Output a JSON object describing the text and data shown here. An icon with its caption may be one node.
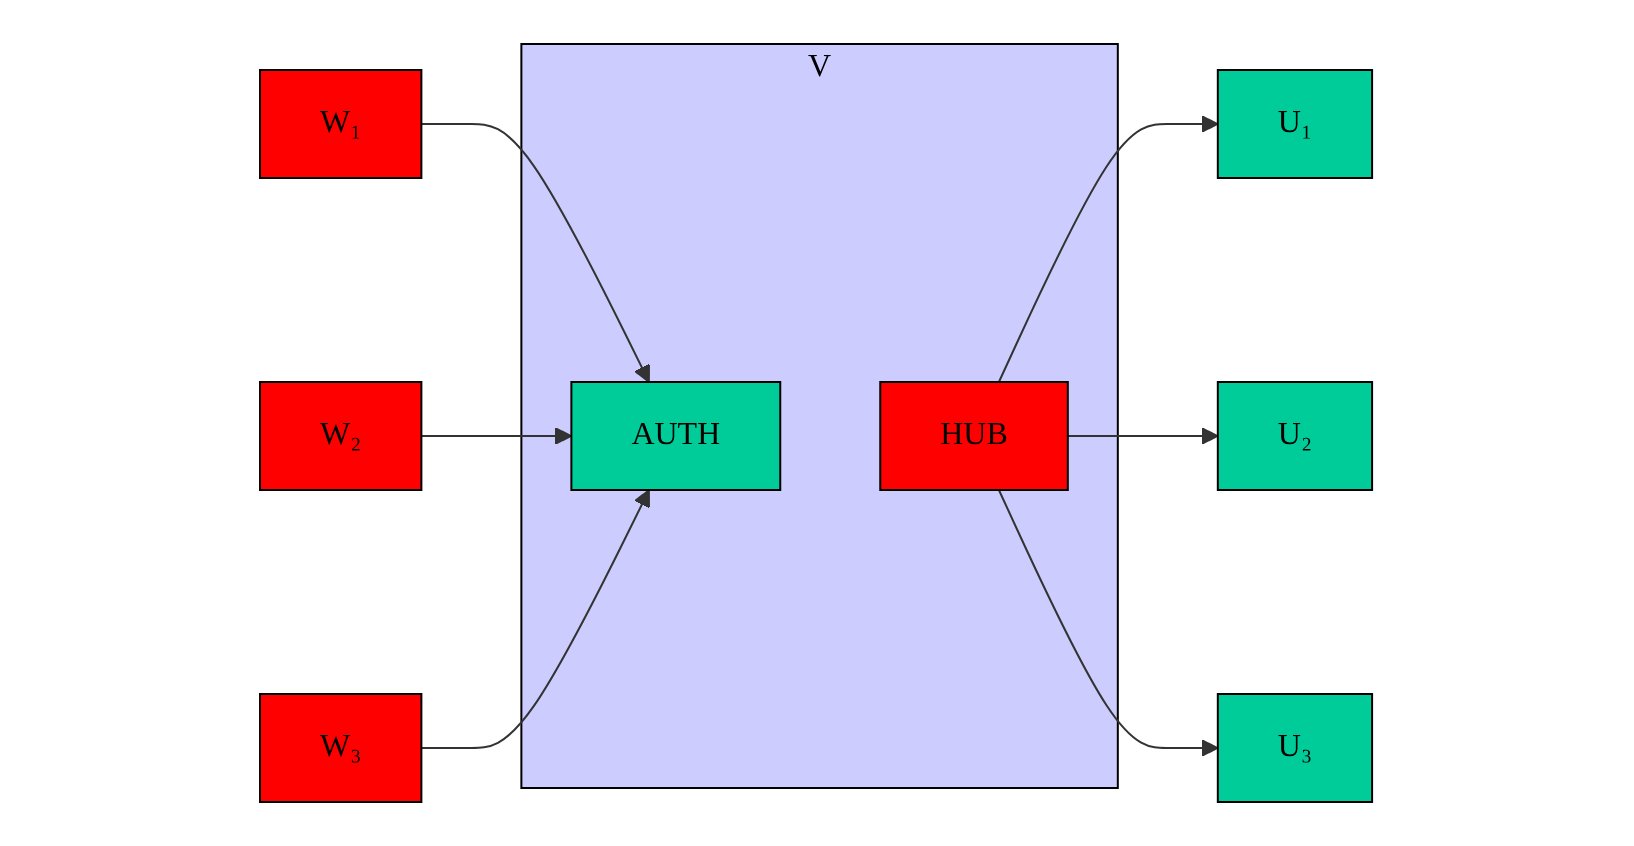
{
  "diagram": {
    "nodes": [
      {
        "text": [
          "V"
        ]
      },
      {
        "text": [
          "W₁"
        ]
      },
      {
        "text": [
          "W₂"
        ]
      },
      {
        "text": [
          "W₃"
        ]
      },
      {
        "text": [
          "AUTH"
        ],
        "in": 0
      },
      {
        "text": [
          "HUB"
        ],
        "in": 0
      },
      {
        "text": [
          "U₁"
        ]
      },
      {
        "text": [
          "U₂"
        ]
      },
      {
        "text": [
          "U₃"
        ]
      }
    ],
    "edges": [
      {
        "from": 1,
        "to": 4,
        "arrow": "to"
      },
      {
        "from": 2,
        "to": 4,
        "arrow": "to"
      },
      {
        "from": 3,
        "to": 4,
        "arrow": "to"
      },
      {
        "from": 5,
        "to": 6,
        "arrow": "to"
      },
      {
        "from": 5,
        "to": 7,
        "arrow": "to"
      },
      {
        "from": 5,
        "to": 8,
        "arrow": "to"
      }
    ]
  }
}
